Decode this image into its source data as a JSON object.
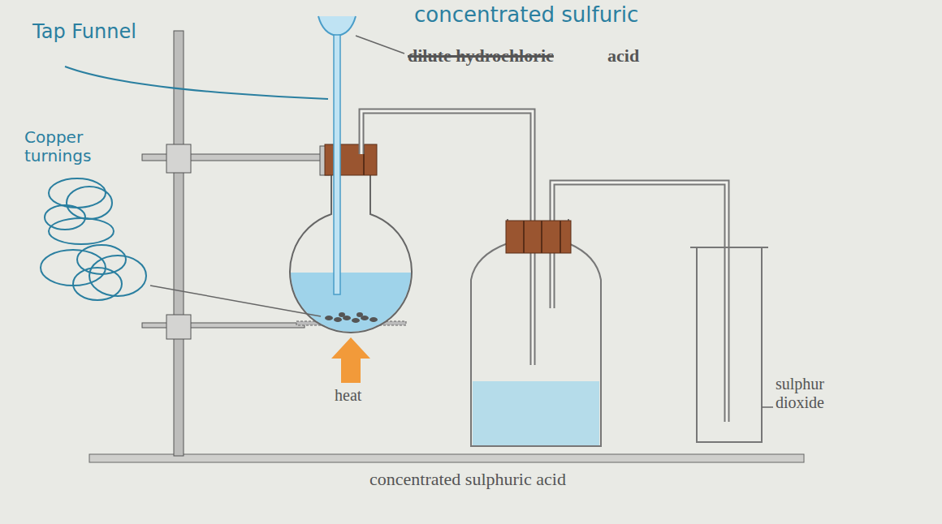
{
  "diagram": {
    "labels": [
      "Tap Funnel",
      "concentrated sulfuric",
      "dilute hydrochloric",
      "acid",
      "Copper turnings",
      "heat",
      "sulphur dioxide",
      "concentrated sulphuric acid"
    ]
  }
}
